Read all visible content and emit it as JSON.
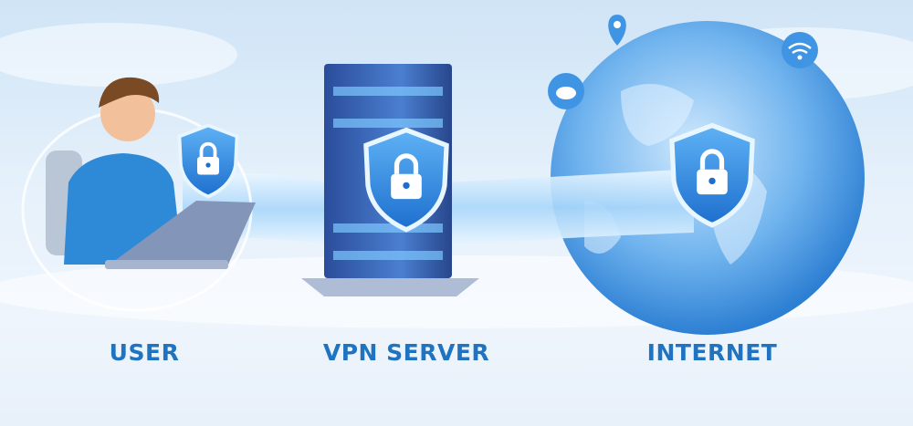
{
  "labels": {
    "user": "USER",
    "vpn_server": "VPN SERVER",
    "internet": "INTERNET"
  },
  "colors": {
    "label": "#1f73c0",
    "shield": "#2f8fe0",
    "tunnel": "#bfe0fb",
    "server": "#3b66b8",
    "globe": "#5aa6ea"
  },
  "icons": [
    "lock-shield-icon",
    "location-pin-icon",
    "cloud-user-icon",
    "wifi-icon"
  ]
}
